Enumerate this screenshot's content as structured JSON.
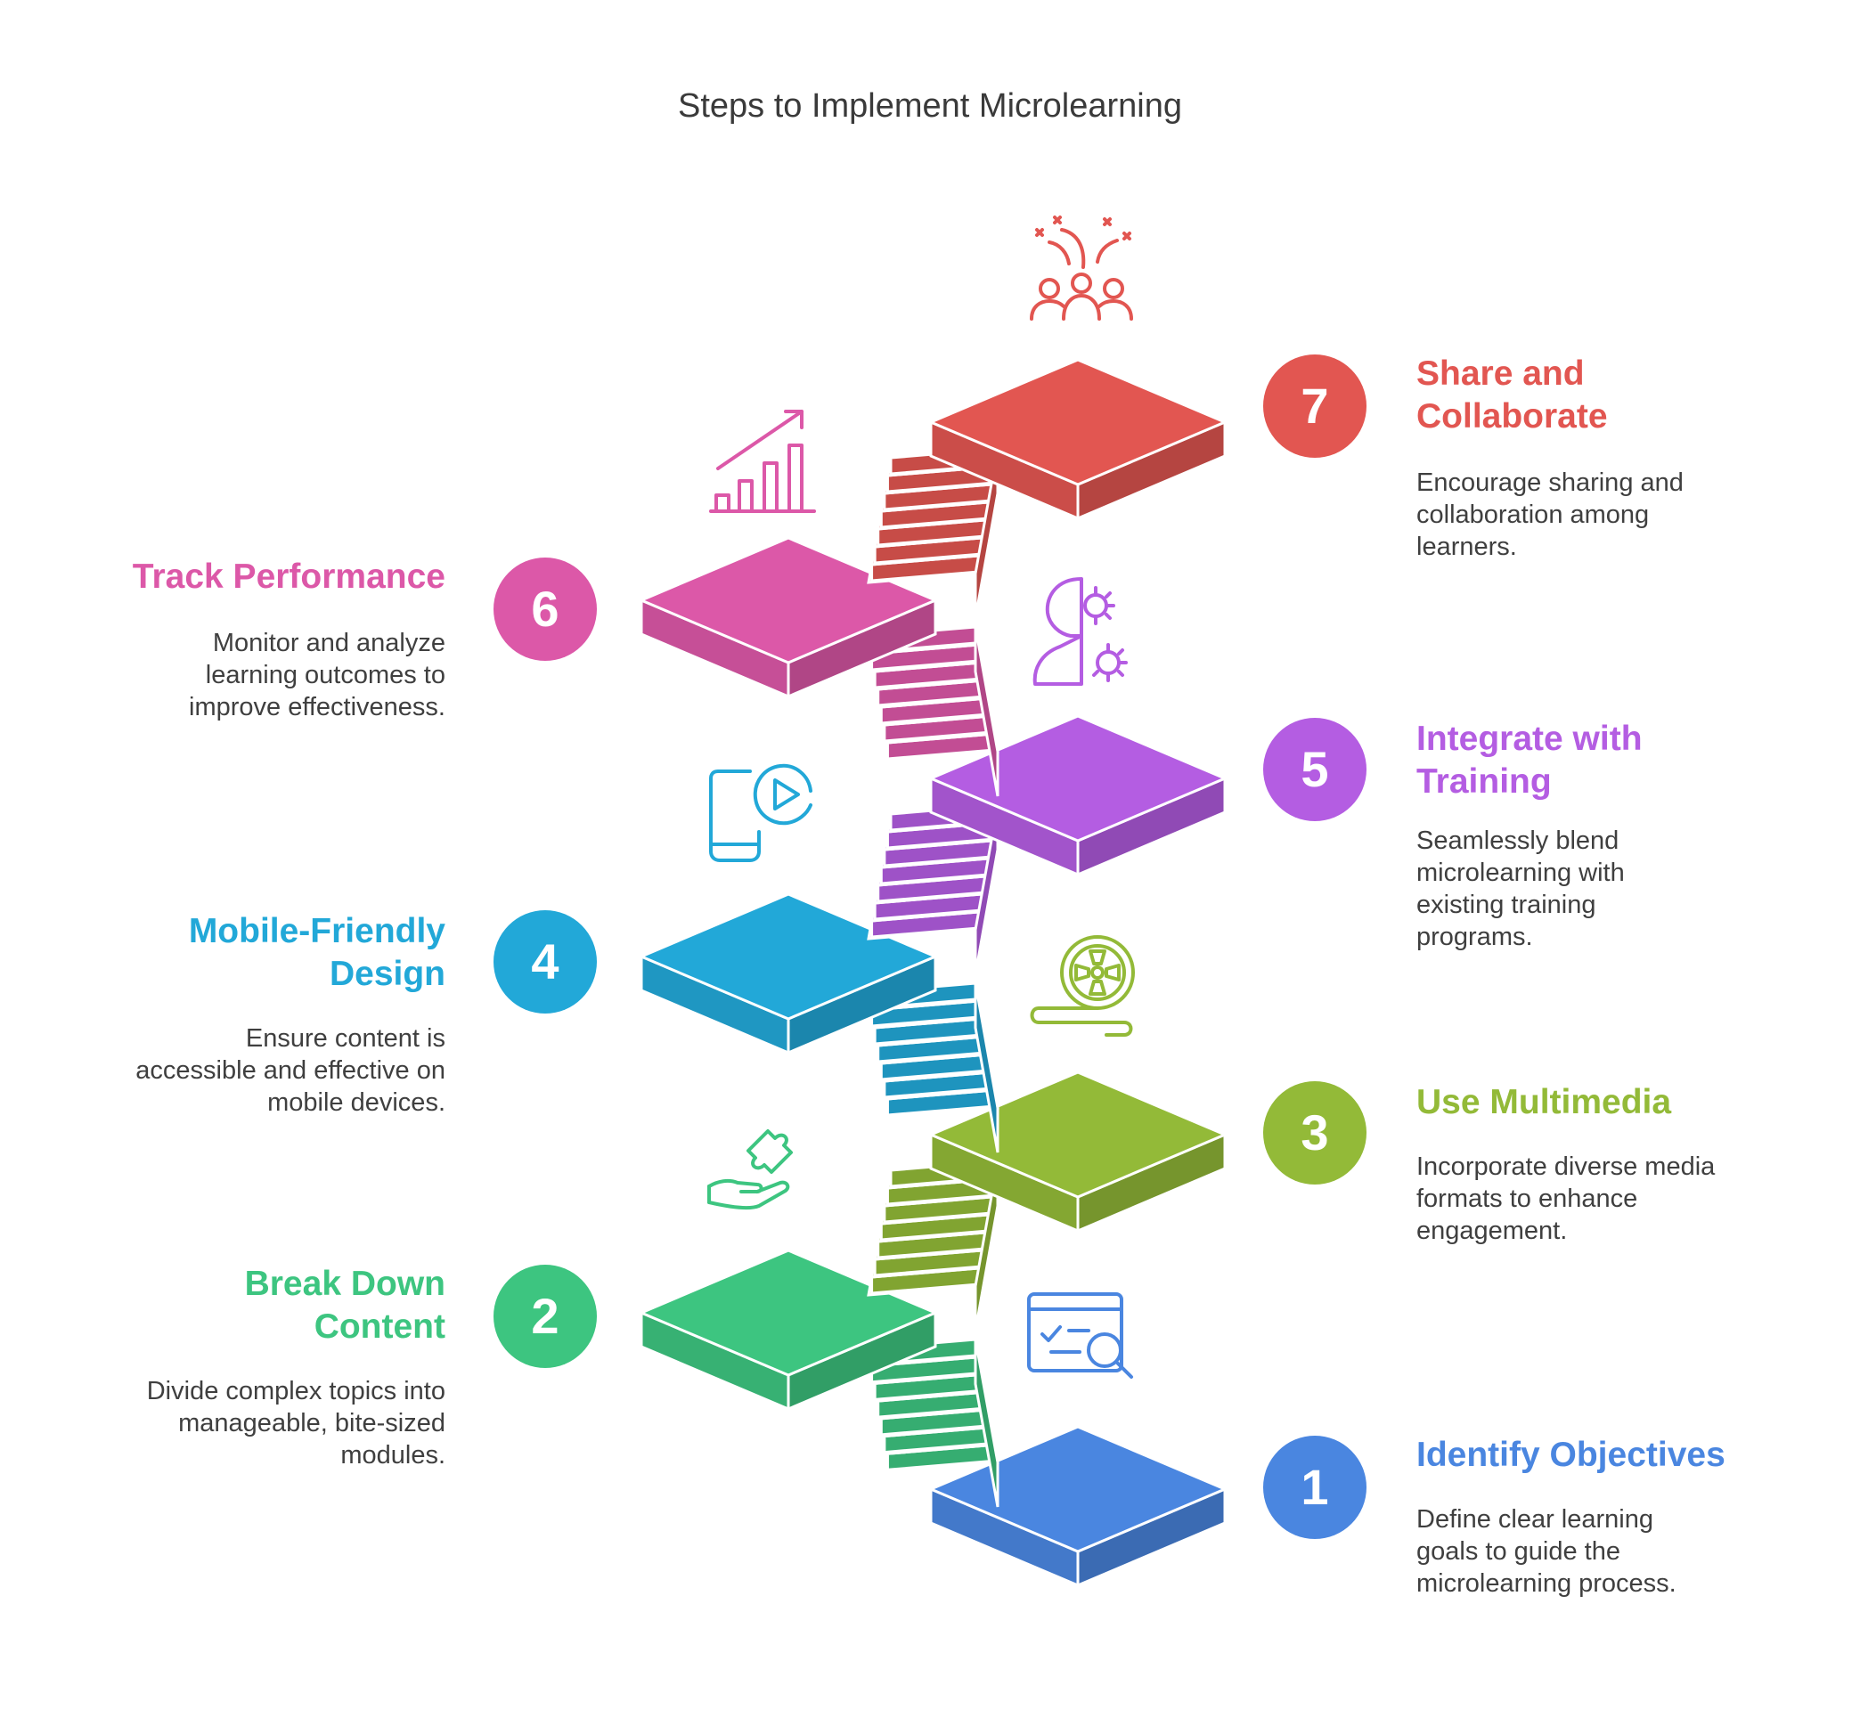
{
  "title": "Steps to Implement Microlearning",
  "steps": [
    {
      "number": "1",
      "title": "Identify Objectives",
      "description": "Define clear learning goals to guide the microlearning process.",
      "color": "#4A86E0",
      "icon": "checklist-magnifier-icon"
    },
    {
      "number": "2",
      "title": "Break Down Content",
      "description": "Divide complex topics into manageable, bite-sized modules.",
      "color": "#3DC580",
      "icon": "puzzle-hand-icon"
    },
    {
      "number": "3",
      "title": "Use Multimedia",
      "description": "Incorporate diverse media formats to enhance engagement.",
      "color": "#93BA38",
      "icon": "film-reel-icon"
    },
    {
      "number": "4",
      "title": "Mobile-Friendly Design",
      "description": "Ensure content is accessible and effective on mobile devices.",
      "color": "#22A8D8",
      "icon": "mobile-video-icon"
    },
    {
      "number": "5",
      "title": "Integrate with Training",
      "description": "Seamlessly blend microlearning with existing training programs.",
      "color": "#B45DE2",
      "icon": "head-gears-icon"
    },
    {
      "number": "6",
      "title": "Track Performance",
      "description": "Monitor and analyze learning outcomes to improve effectiveness.",
      "color": "#DC58A8",
      "icon": "growth-chart-icon"
    },
    {
      "number": "7",
      "title": "Share and Collaborate",
      "description": "Encourage sharing and collaboration among learners.",
      "color": "#E25651",
      "icon": "team-celebration-icon"
    }
  ]
}
